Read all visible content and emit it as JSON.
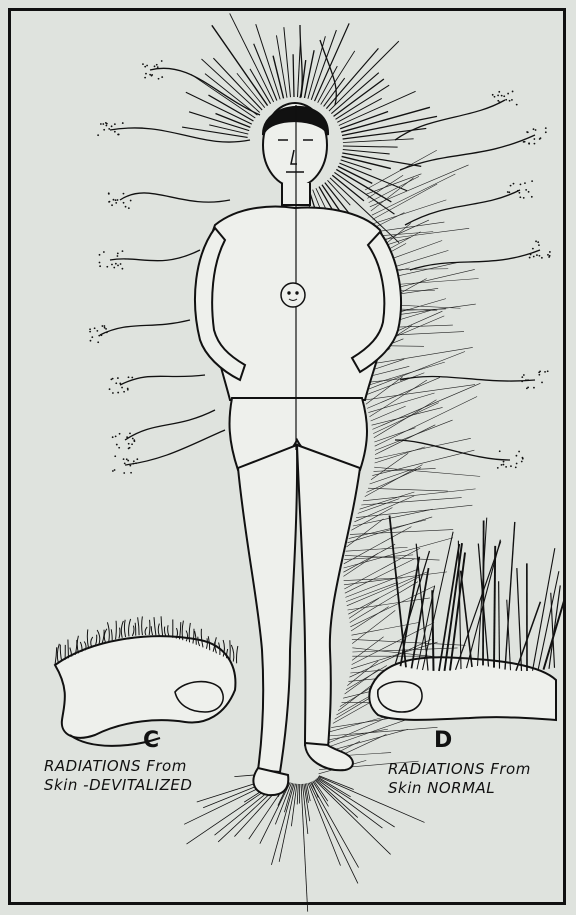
{
  "labels": {
    "c": "C",
    "d": "D"
  },
  "captions": {
    "left_line1": "RADIATIONS From",
    "left_line2": "Skin -DEVITALIZED",
    "right_line1": "RADIATIONS From",
    "right_line2": "Skin NORMAL"
  },
  "colors": {
    "ink": "#111111",
    "paper": "#dfe3de",
    "show_through": "#9aa09b"
  }
}
